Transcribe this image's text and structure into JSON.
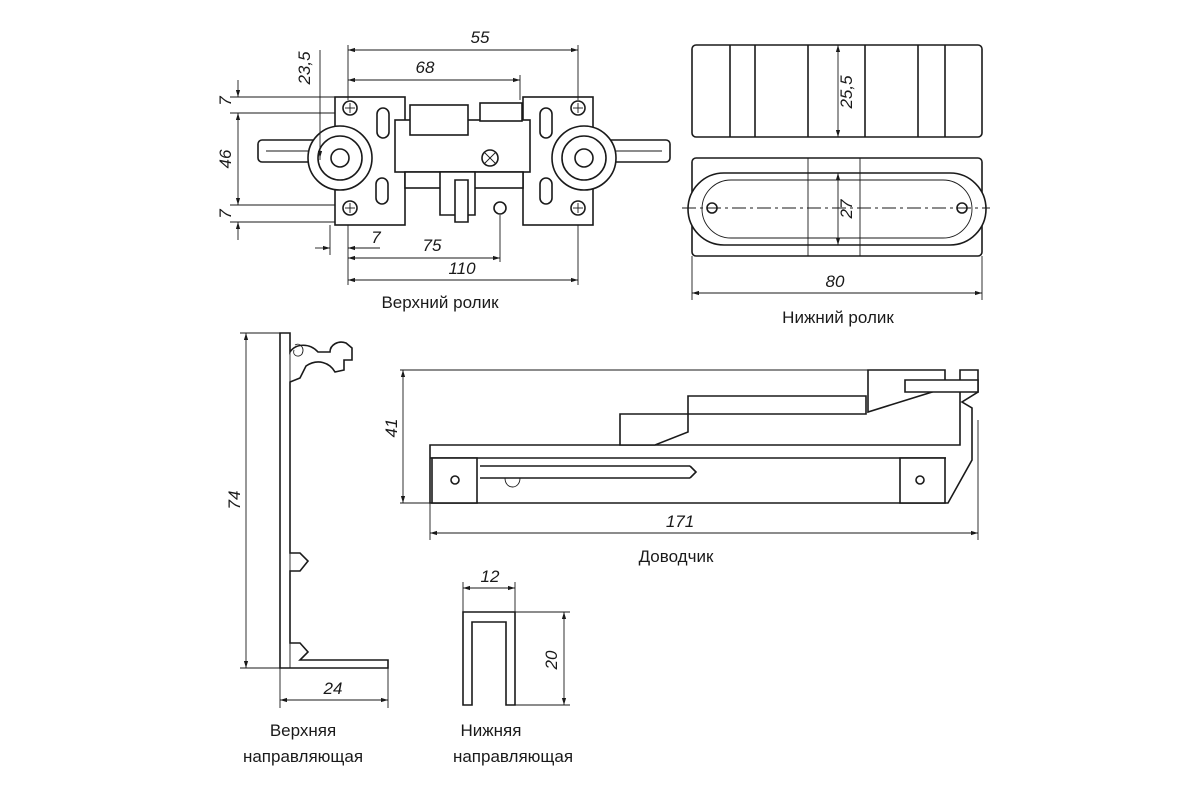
{
  "captions": {
    "upper_roller": "Верхний ролик",
    "lower_roller": "Нижний ролик",
    "closer": "Доводчик",
    "upper_guide_line1": "Верхняя",
    "upper_guide_line2": "направляющая",
    "lower_guide_line1": "Нижняя",
    "lower_guide_line2": "направляющая"
  },
  "dimensions": {
    "upper_roller": {
      "d55": "55",
      "d68": "68",
      "d23_5": "23,5",
      "d7_top": "7",
      "d46": "46",
      "d7_bottom": "7",
      "d7_horiz": "7",
      "d75": "75",
      "d110": "110"
    },
    "lower_roller": {
      "d25_5": "25,5",
      "d27": "27",
      "d80": "80"
    },
    "closer": {
      "d41": "41",
      "d171": "171"
    },
    "upper_guide": {
      "d74": "74",
      "d24": "24"
    },
    "lower_guide": {
      "d12": "12",
      "d20": "20"
    }
  }
}
